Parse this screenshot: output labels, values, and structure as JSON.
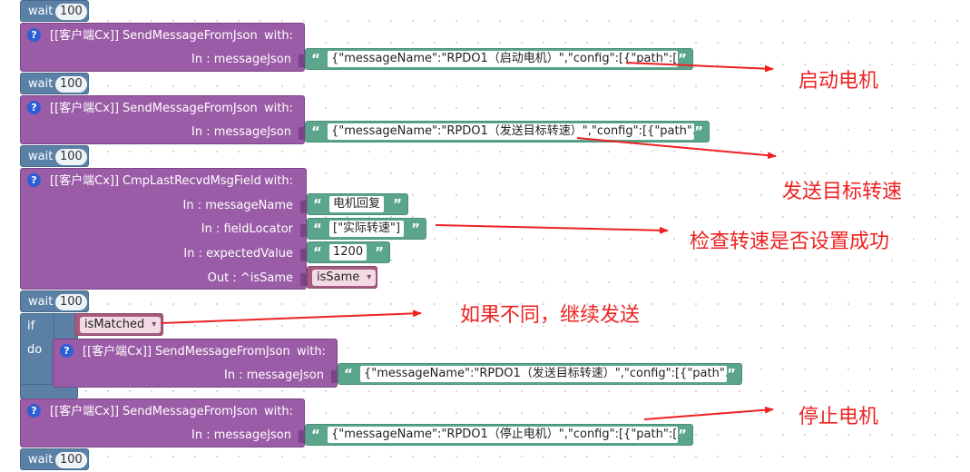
{
  "wait_label": "wait",
  "wait_value": "100",
  "help_symbol": "?",
  "blocks": {
    "send1": {
      "prefix": "[[客户端Cx]]",
      "func": "SendMessageFromJson",
      "with": "with:",
      "param": "In : messageJson",
      "value": "{\"messageName\":\"RPDO1（启动电机）\",\"config\":[{\"path\":[..."
    },
    "send2": {
      "prefix": "[[客户端Cx]]",
      "func": "SendMessageFromJson",
      "with": "with:",
      "param": "In : messageJson",
      "value": "{\"messageName\":\"RPDO1（发送目标转速）\",\"config\":[{\"path\"..."
    },
    "cmp": {
      "prefix": "[[客户端Cx]]",
      "func": "CmpLastRecvdMsgField",
      "with": "with:",
      "param_name": "In : messageName",
      "value_name": "电机回复",
      "param_field": "In : fieldLocator",
      "value_field": "[\"实际转速\"]",
      "param_expected": "In : expectedValue",
      "value_expected": "1200",
      "param_out": "Out : ^isSame",
      "value_out": "isSame"
    },
    "if_block": {
      "if_label": "if",
      "do_label": "do",
      "cond": "isMatched",
      "inner": {
        "prefix": "[[客户端Cx]]",
        "func": "SendMessageFromJson",
        "with": "with:",
        "param": "In : messageJson",
        "value": "{\"messageName\":\"RPDO1（发送目标转速）\",\"config\":[{\"path\"..."
      }
    },
    "send3": {
      "prefix": "[[客户端Cx]]",
      "func": "SendMessageFromJson",
      "with": "with:",
      "param": "In : messageJson",
      "value": "{\"messageName\":\"RPDO1（停止电机）\",\"config\":[{\"path\":[..."
    }
  },
  "annotations": {
    "start": "启动电机",
    "send_speed": "发送目标转速",
    "check": "检查转速是否设置成功",
    "resend": "如果不同，继续发送",
    "stop": "停止电机"
  },
  "colors": {
    "procedure": "#9a5ca6",
    "logic": "#5b80a5",
    "text": "#5ba58c",
    "variable": "#a55b80",
    "annotation": "#ee2222"
  }
}
